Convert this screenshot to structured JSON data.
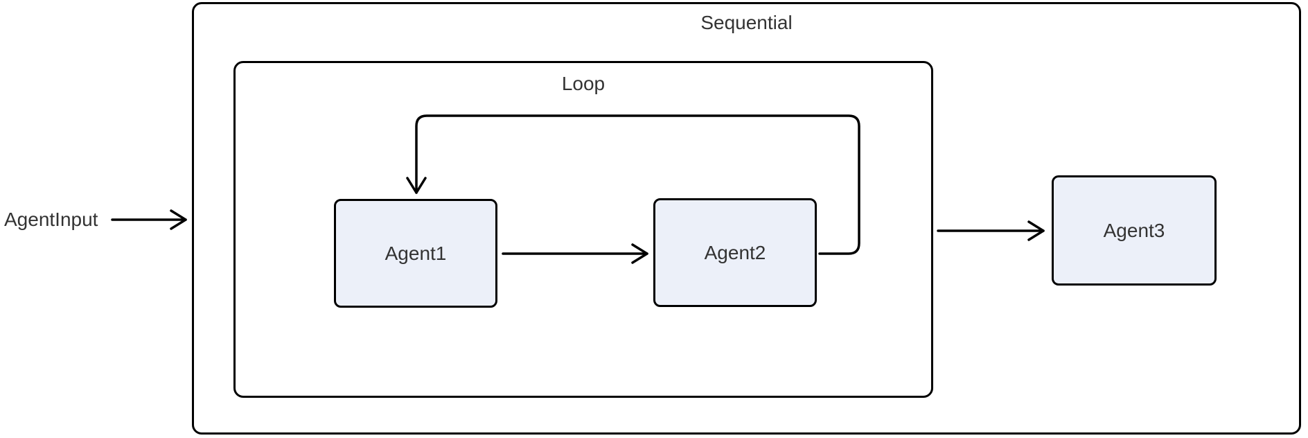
{
  "diagram": {
    "type": "flowchart",
    "direction": "left-to-right",
    "containers": [
      {
        "id": "sequential",
        "label": "Sequential"
      },
      {
        "id": "loop",
        "label": "Loop",
        "parent": "sequential"
      }
    ],
    "nodes": [
      {
        "id": "agent1",
        "label": "Agent1",
        "parent": "loop"
      },
      {
        "id": "agent2",
        "label": "Agent2",
        "parent": "loop"
      },
      {
        "id": "agent3",
        "label": "Agent3",
        "parent": "sequential"
      }
    ],
    "external_label": "AgentInput",
    "edges": [
      {
        "from": "AgentInput",
        "to": "sequential",
        "style": "straight-arrow"
      },
      {
        "from": "agent1",
        "to": "agent2",
        "style": "straight-arrow"
      },
      {
        "from": "agent2",
        "to": "agent1",
        "style": "loop-back-arrow"
      },
      {
        "from": "loop",
        "to": "agent3",
        "style": "straight-arrow"
      }
    ],
    "colors": {
      "node_fill": "#ecf0f9",
      "border": "#000000",
      "text": "#333333",
      "background": "#ffffff"
    }
  }
}
